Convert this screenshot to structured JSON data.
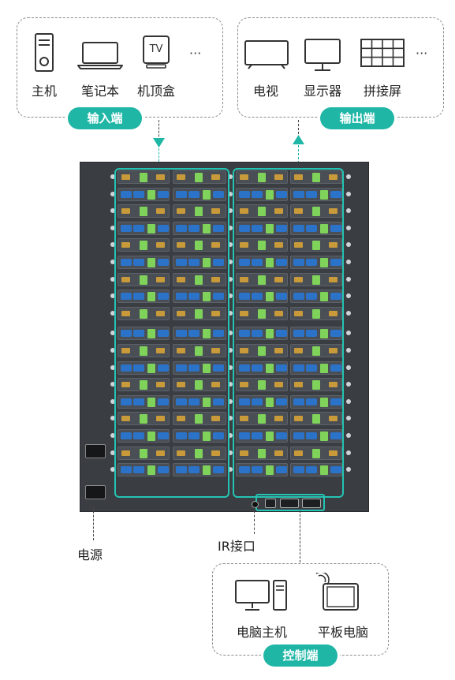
{
  "input_group": {
    "label": "输入端",
    "devices": [
      {
        "label": "主机",
        "icon": "desktop-tower-icon"
      },
      {
        "label": "笔记本",
        "icon": "laptop-icon"
      },
      {
        "label": "机顶盒",
        "icon": "tv-box-icon",
        "icon_text": "TV"
      }
    ],
    "more": "···"
  },
  "output_group": {
    "label": "输出端",
    "devices": [
      {
        "label": "电视",
        "icon": "tv-icon"
      },
      {
        "label": "显示器",
        "icon": "monitor-icon"
      },
      {
        "label": "拼接屏",
        "icon": "video-wall-icon"
      }
    ],
    "more": "···"
  },
  "control_group": {
    "label": "控制端",
    "devices": [
      {
        "label": "电脑主机",
        "icon": "desktop-computer-icon"
      },
      {
        "label": "平板电脑",
        "icon": "tablet-icon"
      }
    ]
  },
  "callouts": {
    "power": "电源",
    "ir": "IR接口"
  },
  "colors": {
    "accent": "#1fb6a6",
    "device_body": "#3a3d42",
    "hdmi_port": "#c99a3a",
    "vga_port": "#2b73c9",
    "audio_terminal": "#7fd35a"
  }
}
